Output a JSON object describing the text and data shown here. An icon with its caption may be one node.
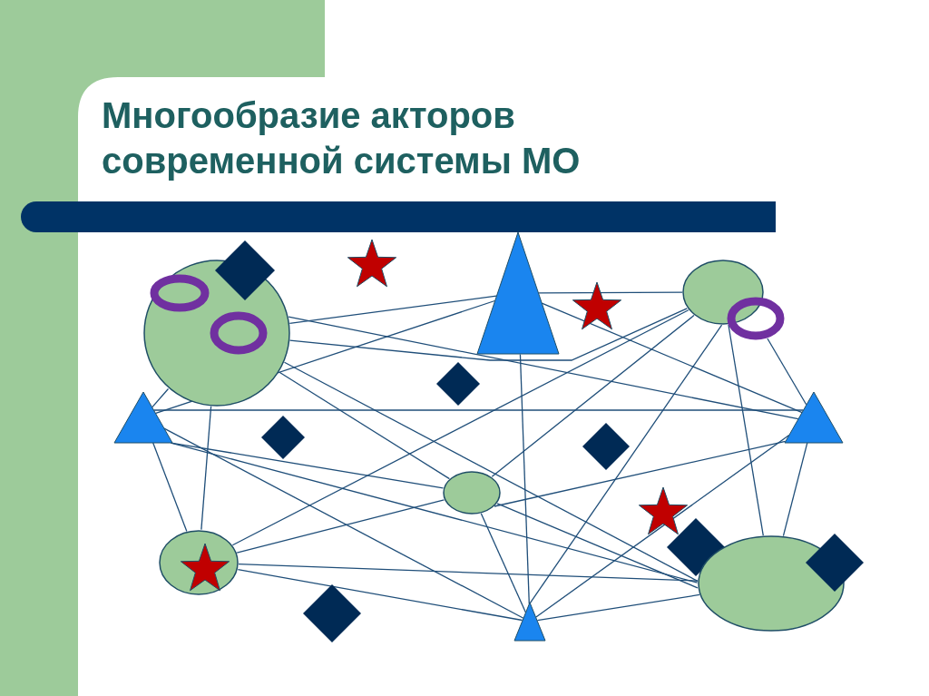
{
  "diagram": {
    "title": "Многообразие акторов современной системы МО",
    "nodes": [
      {
        "text": [],
        "shape": "circle"
      },
      {
        "text": [],
        "shape": "ring",
        "in": 0
      },
      {
        "text": [],
        "shape": "ring",
        "in": 0
      },
      {
        "text": [],
        "shape": "diamond"
      },
      {
        "text": [],
        "shape": "star"
      },
      {
        "text": [],
        "shape": "triangle"
      },
      {
        "text": [],
        "shape": "star"
      },
      {
        "text": [],
        "shape": "ellipse"
      },
      {
        "text": [],
        "shape": "ring"
      },
      {
        "text": [],
        "shape": "diamond"
      },
      {
        "text": [],
        "shape": "triangle"
      },
      {
        "text": [],
        "shape": "diamond"
      },
      {
        "text": [],
        "shape": "triangle"
      },
      {
        "text": [],
        "shape": "diamond"
      },
      {
        "text": [],
        "shape": "ellipse"
      },
      {
        "text": [],
        "shape": "star"
      },
      {
        "text": [],
        "shape": "diamond"
      },
      {
        "text": [],
        "shape": "ellipse"
      },
      {
        "text": [],
        "shape": "star",
        "in": 17
      },
      {
        "text": [],
        "shape": "ellipse"
      },
      {
        "text": [],
        "shape": "diamond"
      },
      {
        "text": [],
        "shape": "diamond"
      },
      {
        "text": [],
        "shape": "triangle"
      }
    ],
    "edges": [
      {
        "from": 0,
        "to": 12,
        "arrow": "none"
      },
      {
        "from": 0,
        "to": 19,
        "arrow": "none"
      },
      {
        "from": 0,
        "to": 5,
        "arrow": "none"
      },
      {
        "from": 0,
        "to": 7,
        "arrow": "none"
      },
      {
        "from": 5,
        "to": 7,
        "arrow": "none"
      },
      {
        "from": 5,
        "to": 12,
        "arrow": "none"
      },
      {
        "from": 5,
        "to": 22,
        "arrow": "none"
      },
      {
        "from": 10,
        "to": 5,
        "arrow": "none"
      },
      {
        "from": 10,
        "to": 12,
        "arrow": "none"
      },
      {
        "from": 10,
        "to": 0,
        "arrow": "none"
      },
      {
        "from": 0,
        "to": 17,
        "arrow": "none"
      },
      {
        "from": 0,
        "to": 14,
        "arrow": "none"
      },
      {
        "from": 10,
        "to": 14,
        "arrow": "none"
      },
      {
        "from": 10,
        "to": 19,
        "arrow": "none"
      },
      {
        "from": 10,
        "to": 17,
        "arrow": "none"
      },
      {
        "from": 10,
        "to": 22,
        "arrow": "none"
      },
      {
        "from": 17,
        "to": 7,
        "arrow": "none"
      },
      {
        "from": 17,
        "to": 14,
        "arrow": "none"
      },
      {
        "from": 17,
        "to": 19,
        "arrow": "none"
      },
      {
        "from": 17,
        "to": 22,
        "arrow": "none"
      },
      {
        "from": 14,
        "to": 7,
        "arrow": "none"
      },
      {
        "from": 14,
        "to": 12,
        "arrow": "none"
      },
      {
        "from": 14,
        "to": 19,
        "arrow": "none"
      },
      {
        "from": 14,
        "to": 22,
        "arrow": "none"
      },
      {
        "from": 7,
        "to": 22,
        "arrow": "none"
      },
      {
        "from": 7,
        "to": 19,
        "arrow": "none"
      },
      {
        "from": 8,
        "to": 12,
        "arrow": "none"
      },
      {
        "from": 12,
        "to": 19,
        "arrow": "none"
      },
      {
        "from": 12,
        "to": 22,
        "arrow": "none"
      },
      {
        "from": 22,
        "to": 19,
        "arrow": "none"
      }
    ]
  }
}
